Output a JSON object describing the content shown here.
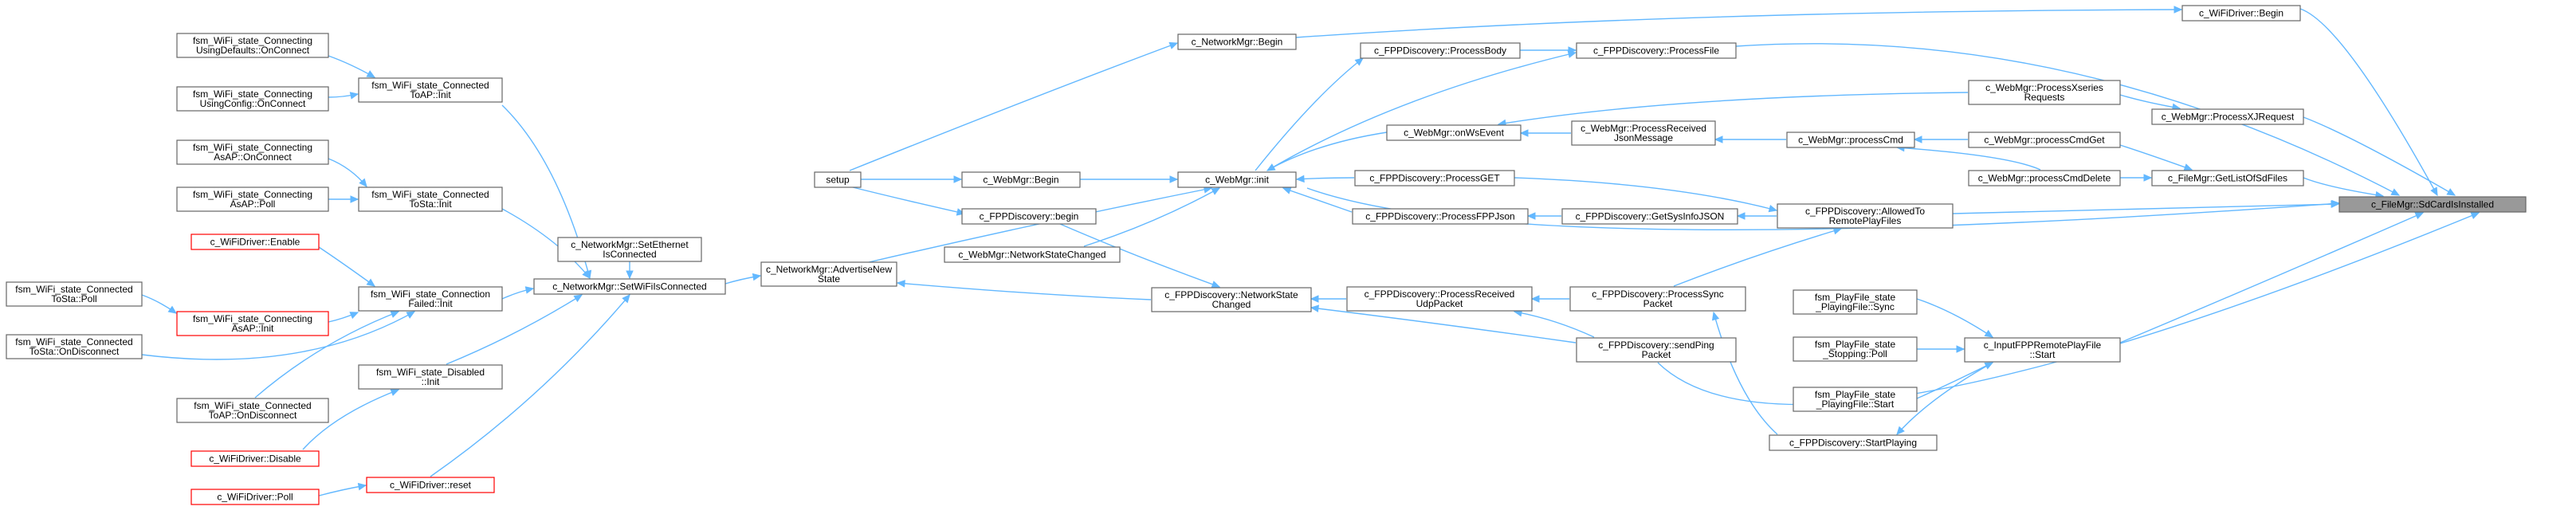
{
  "nodes": [
    {
      "id": "n0",
      "lines": [
        "c_FileMgr::SdCardIsInstalled"
      ],
      "style": "focus"
    },
    {
      "id": "n1",
      "lines": [
        "c_WiFiDriver::Begin"
      ]
    },
    {
      "id": "n2",
      "lines": [
        "c_NetworkMgr::Begin"
      ]
    },
    {
      "id": "n3",
      "lines": [
        "setup"
      ]
    },
    {
      "id": "n4",
      "lines": [
        "c_FPPDiscovery::ProcessFile"
      ]
    },
    {
      "id": "n5",
      "lines": [
        "c_FPPDiscovery::ProcessBody"
      ]
    },
    {
      "id": "n6",
      "lines": [
        "c_WebMgr::init"
      ]
    },
    {
      "id": "n7",
      "lines": [
        "c_WebMgr::Begin"
      ]
    },
    {
      "id": "n8",
      "lines": [
        "c_NetworkMgr::AdvertiseNew",
        "State"
      ]
    },
    {
      "id": "n9",
      "lines": [
        "c_NetworkMgr::SetWiFiIsConnected"
      ]
    },
    {
      "id": "n10",
      "lines": [
        "fsm_WiFi_state_Connected",
        "ToAP::Init"
      ]
    },
    {
      "id": "n11",
      "lines": [
        "fsm_WiFi_state_Connecting",
        "UsingDefaults::OnConnect"
      ]
    },
    {
      "id": "n12",
      "lines": [
        "fsm_WiFi_state_Connecting",
        "UsingConfig::OnConnect"
      ]
    },
    {
      "id": "n13",
      "lines": [
        "fsm_WiFi_state_Connected",
        "ToSta::Init"
      ]
    },
    {
      "id": "n14",
      "lines": [
        "fsm_WiFi_state_Connecting",
        "AsAP::OnConnect"
      ]
    },
    {
      "id": "n15",
      "lines": [
        "fsm_WiFi_state_Connecting",
        "AsAP::Poll"
      ]
    },
    {
      "id": "n16",
      "lines": [
        "fsm_WiFi_state_Connection",
        "Failed::Init"
      ]
    },
    {
      "id": "n17",
      "lines": [
        "c_WiFiDriver::Enable"
      ],
      "style": "red"
    },
    {
      "id": "n18",
      "lines": [
        "fsm_WiFi_state_Connecting",
        "AsAP::Init"
      ],
      "style": "red"
    },
    {
      "id": "n19",
      "lines": [
        "fsm_WiFi_state_Connected",
        "ToSta::Poll"
      ]
    },
    {
      "id": "n20",
      "lines": [
        "fsm_WiFi_state_Connected",
        "ToSta::OnDisconnect"
      ]
    },
    {
      "id": "n21",
      "lines": [
        "fsm_WiFi_state_Connected",
        "ToAP::OnDisconnect"
      ]
    },
    {
      "id": "n22",
      "lines": [
        "fsm_WiFi_state_Disabled",
        "::Init"
      ]
    },
    {
      "id": "n23",
      "lines": [
        "c_WiFiDriver::Disable"
      ],
      "style": "red"
    },
    {
      "id": "n24",
      "lines": [
        "c_WiFiDriver::reset"
      ],
      "style": "red"
    },
    {
      "id": "n25",
      "lines": [
        "c_WiFiDriver::Poll"
      ],
      "style": "red"
    },
    {
      "id": "n26",
      "lines": [
        "c_NetworkMgr::SetEthernet",
        "IsConnected"
      ]
    },
    {
      "id": "n27",
      "lines": [
        "c_FPPDiscovery::begin"
      ]
    },
    {
      "id": "n28",
      "lines": [
        "c_WebMgr::NetworkStateChanged"
      ]
    },
    {
      "id": "n29",
      "lines": [
        "c_FPPDiscovery::NetworkState",
        "Changed"
      ]
    },
    {
      "id": "n30",
      "lines": [
        "c_WebMgr::onWsEvent"
      ]
    },
    {
      "id": "n31",
      "lines": [
        "c_WebMgr::ProcessReceived",
        "JsonMessage"
      ]
    },
    {
      "id": "n32",
      "lines": [
        "c_WebMgr::processCmd"
      ]
    },
    {
      "id": "n33",
      "lines": [
        "c_WebMgr::ProcessXseries",
        "Requests"
      ]
    },
    {
      "id": "n34",
      "lines": [
        "c_WebMgr::ProcessXJRequest"
      ]
    },
    {
      "id": "n35",
      "lines": [
        "c_WebMgr::processCmdGet"
      ]
    },
    {
      "id": "n36",
      "lines": [
        "c_WebMgr::processCmdDelete"
      ]
    },
    {
      "id": "n37",
      "lines": [
        "c_FileMgr::GetListOfSdFiles"
      ]
    },
    {
      "id": "n38",
      "lines": [
        "c_FPPDiscovery::ProcessGET"
      ]
    },
    {
      "id": "n39",
      "lines": [
        "c_FPPDiscovery::ProcessFPPJson"
      ]
    },
    {
      "id": "n40",
      "lines": [
        "c_FPPDiscovery::GetSysInfoJSON"
      ]
    },
    {
      "id": "n41",
      "lines": [
        "c_FPPDiscovery::AllowedTo",
        "RemotePlayFiles"
      ]
    },
    {
      "id": "n42",
      "lines": [
        "c_FPPDiscovery::ProcessReceived",
        "UdpPacket"
      ]
    },
    {
      "id": "n43",
      "lines": [
        "c_FPPDiscovery::ProcessSync",
        "Packet"
      ]
    },
    {
      "id": "n44",
      "lines": [
        "c_FPPDiscovery::sendPing",
        "Packet"
      ]
    },
    {
      "id": "n45",
      "lines": [
        "c_FPPDiscovery::StartPlaying"
      ]
    },
    {
      "id": "n46",
      "lines": [
        "fsm_PlayFile_state",
        "_PlayingFile::Sync"
      ]
    },
    {
      "id": "n47",
      "lines": [
        "fsm_PlayFile_state",
        "_Stopping::Poll"
      ]
    },
    {
      "id": "n48",
      "lines": [
        "fsm_PlayFile_state",
        "_PlayingFile::Start"
      ]
    },
    {
      "id": "n49",
      "lines": [
        "c_InputFPPRemotePlayFile",
        "::Start"
      ]
    }
  ],
  "colors": {
    "edge": "#63b8ff",
    "box_border": "#666666",
    "box_border_highlight": "#ff0000",
    "focus_fill": "#999999"
  }
}
